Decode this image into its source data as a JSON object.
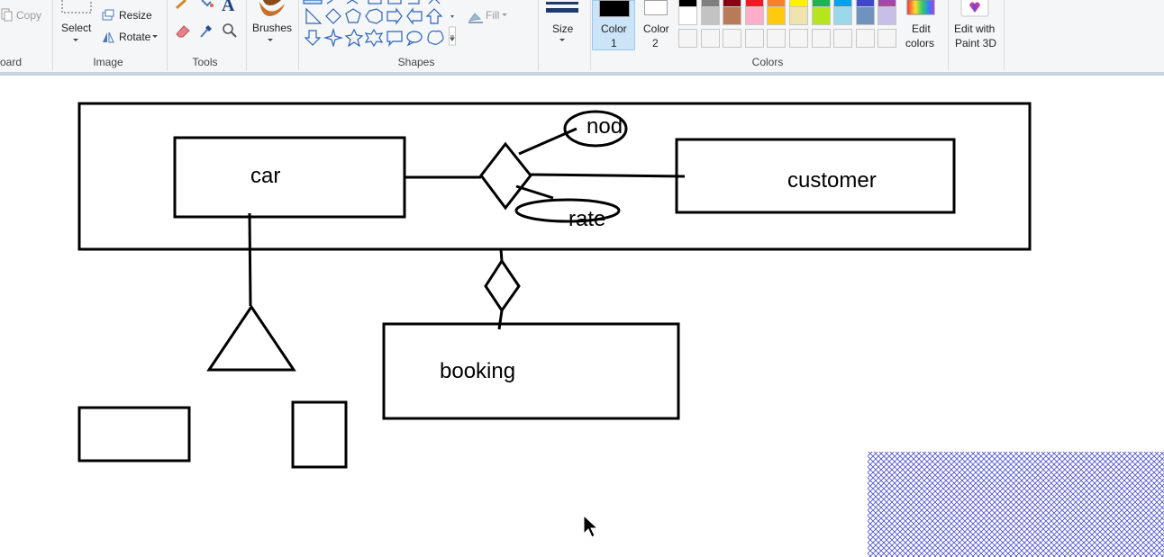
{
  "ribbon": {
    "clipboard": {
      "copy_label": "Copy",
      "group_label": "oard"
    },
    "image": {
      "select_label": "Select",
      "resize_label": "Resize",
      "rotate_label": "Rotate",
      "group_label": "Image"
    },
    "tools": {
      "group_label": "Tools",
      "text_tool_glyph": "A"
    },
    "brushes": {
      "label": "Brushes"
    },
    "shapes": {
      "fill_label": "Fill",
      "group_label": "Shapes"
    },
    "size": {
      "label": "Size"
    },
    "colors": {
      "color1_label": "Color\n1",
      "color1_line1": "Color",
      "color1_line2": "1",
      "color2_line1": "Color",
      "color2_line2": "2",
      "color1_value": "#000000",
      "color2_value": "#ffffff",
      "palette_row1": [
        "#000000",
        "#7f7f7f",
        "#880015",
        "#ed1c24",
        "#ff7f27",
        "#fff200",
        "#22b14c",
        "#00a2e8",
        "#3f48cc",
        "#a349a4"
      ],
      "palette_row2": [
        "#ffffff",
        "#c3c3c3",
        "#b97a57",
        "#ffaec9",
        "#ffc90e",
        "#efe4b0",
        "#b5e61d",
        "#99d9ea",
        "#7092be",
        "#c8bfe7"
      ],
      "palette_row3": [
        "#f5f5f5",
        "#f5f5f5",
        "#f5f5f5",
        "#f5f5f5",
        "#f5f5f5",
        "#f5f5f5",
        "#f5f5f5",
        "#f5f5f5",
        "#f5f5f5",
        "#f5f5f5"
      ],
      "edit_colors_line1": "Edit",
      "edit_colors_line2": "colors",
      "group_label": "Colors"
    },
    "paint3d": {
      "line1": "Edit with",
      "line2": "Paint 3D"
    }
  },
  "canvas": {
    "entities": {
      "car": "car",
      "customer": "customer",
      "booking": "booking"
    },
    "attributes": {
      "nod": "nod",
      "rate": "rate"
    }
  }
}
